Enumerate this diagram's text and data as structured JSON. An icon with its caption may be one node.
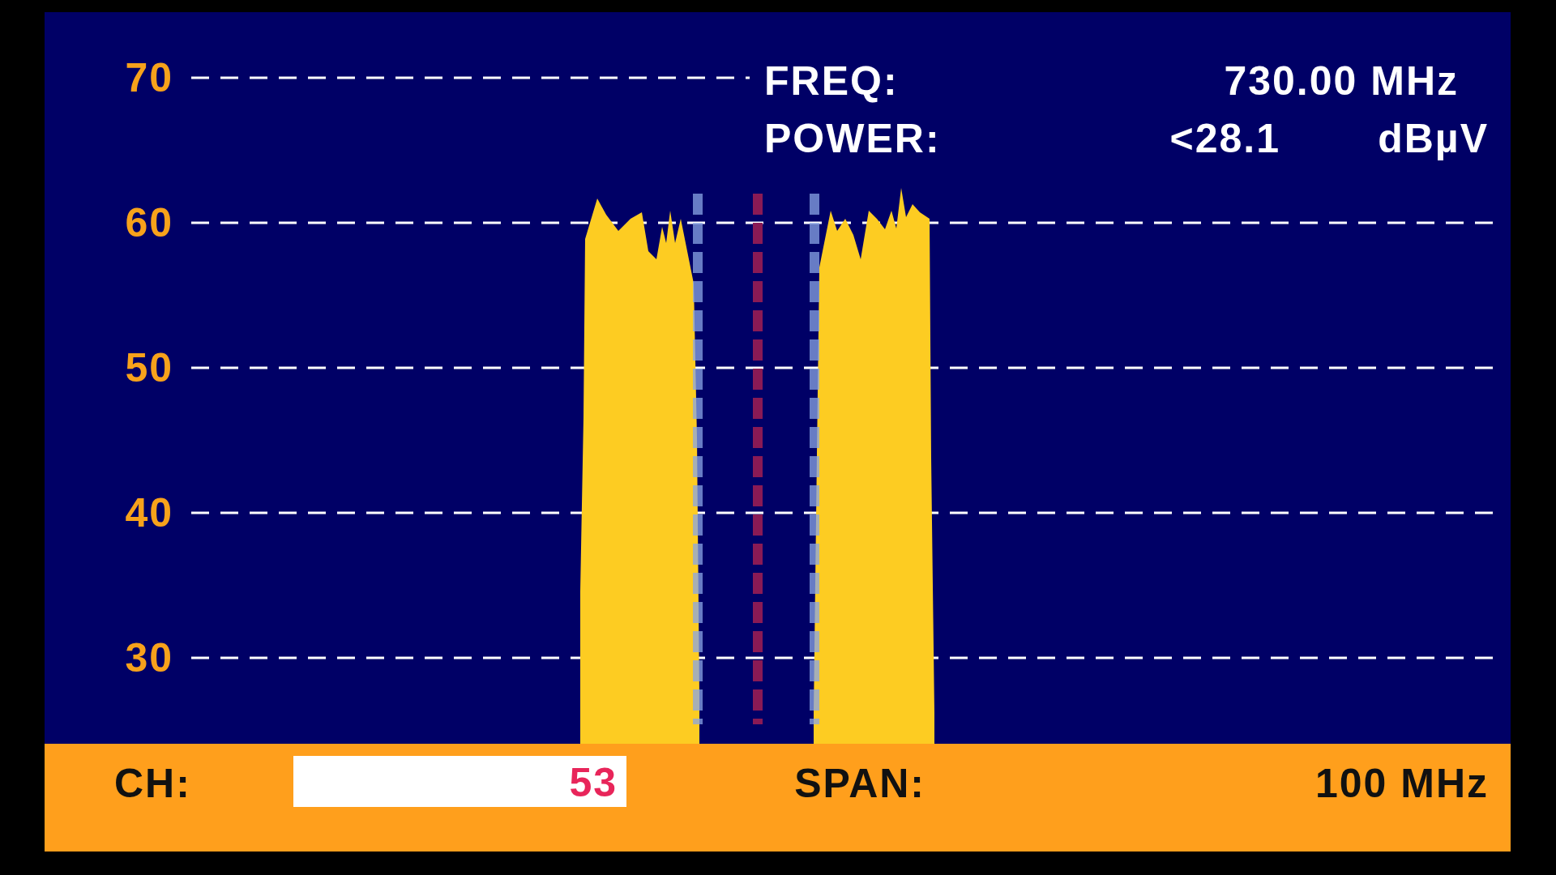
{
  "diagram": {
    "nodes": [
      {
        "text": [
          "CH:",
          "SPAN:",
          "100 MHz"
        ]
      },
      {
        "text": [
          "53"
        ],
        "in": 0
      }
    ],
    "labels": [
      "70",
      "FREQ:",
      "730.00 MHz",
      "POWER:",
      "<28.1",
      "dBµV",
      "60",
      "50",
      "40",
      "30"
    ]
  }
}
